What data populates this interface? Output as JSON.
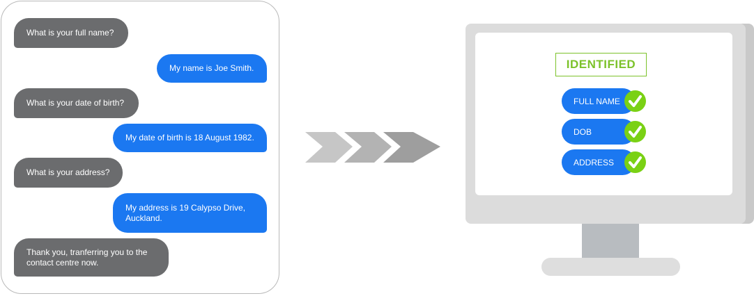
{
  "chat": {
    "messages": [
      {
        "role": "bot",
        "text": "What is your full name?"
      },
      {
        "role": "user",
        "text": "My name is Joe Smith."
      },
      {
        "role": "bot",
        "text": "What is your date of birth?"
      },
      {
        "role": "user",
        "text": "My date of birth is 18 August 1982."
      },
      {
        "role": "bot",
        "text": "What is your address?"
      },
      {
        "role": "user",
        "text": "My address is 19 Calypso Drive, Auckland."
      },
      {
        "role": "bot",
        "text": "Thank you, tranferring you to the contact centre now."
      }
    ]
  },
  "monitor": {
    "status": "IDENTIFIED",
    "checks": [
      {
        "label": "FULL NAME",
        "icon": "check-icon"
      },
      {
        "label": "DOB",
        "icon": "check-icon"
      },
      {
        "label": "ADDRESS",
        "icon": "check-icon"
      }
    ]
  },
  "colors": {
    "bot_bubble": "#6b6c6e",
    "user_bubble": "#1b78f1",
    "accent_green": "#7cc22a",
    "check_green": "#7ad114",
    "arrow_gray": "#b5b5b5"
  }
}
